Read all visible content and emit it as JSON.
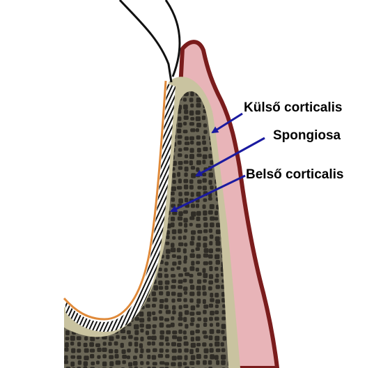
{
  "labels": {
    "outer_cortex": "Külső corticalis",
    "spongiosa": "Spongiosa",
    "inner_cortex": "Belső corticalis"
  },
  "colors": {
    "gum": "#e8b4b8",
    "gum_outline": "#7a1c1c",
    "cortical": "#c9c3a0",
    "spongy_bg": "#6b6757",
    "trabecula": "#2f2c26",
    "socket_line": "#e08a3a",
    "arrow": "#1a1aa0",
    "root_line": "#111111"
  },
  "icons": {
    "ligament": "periodontal-ligament-hatching",
    "arrow": "pointer-arrow"
  }
}
